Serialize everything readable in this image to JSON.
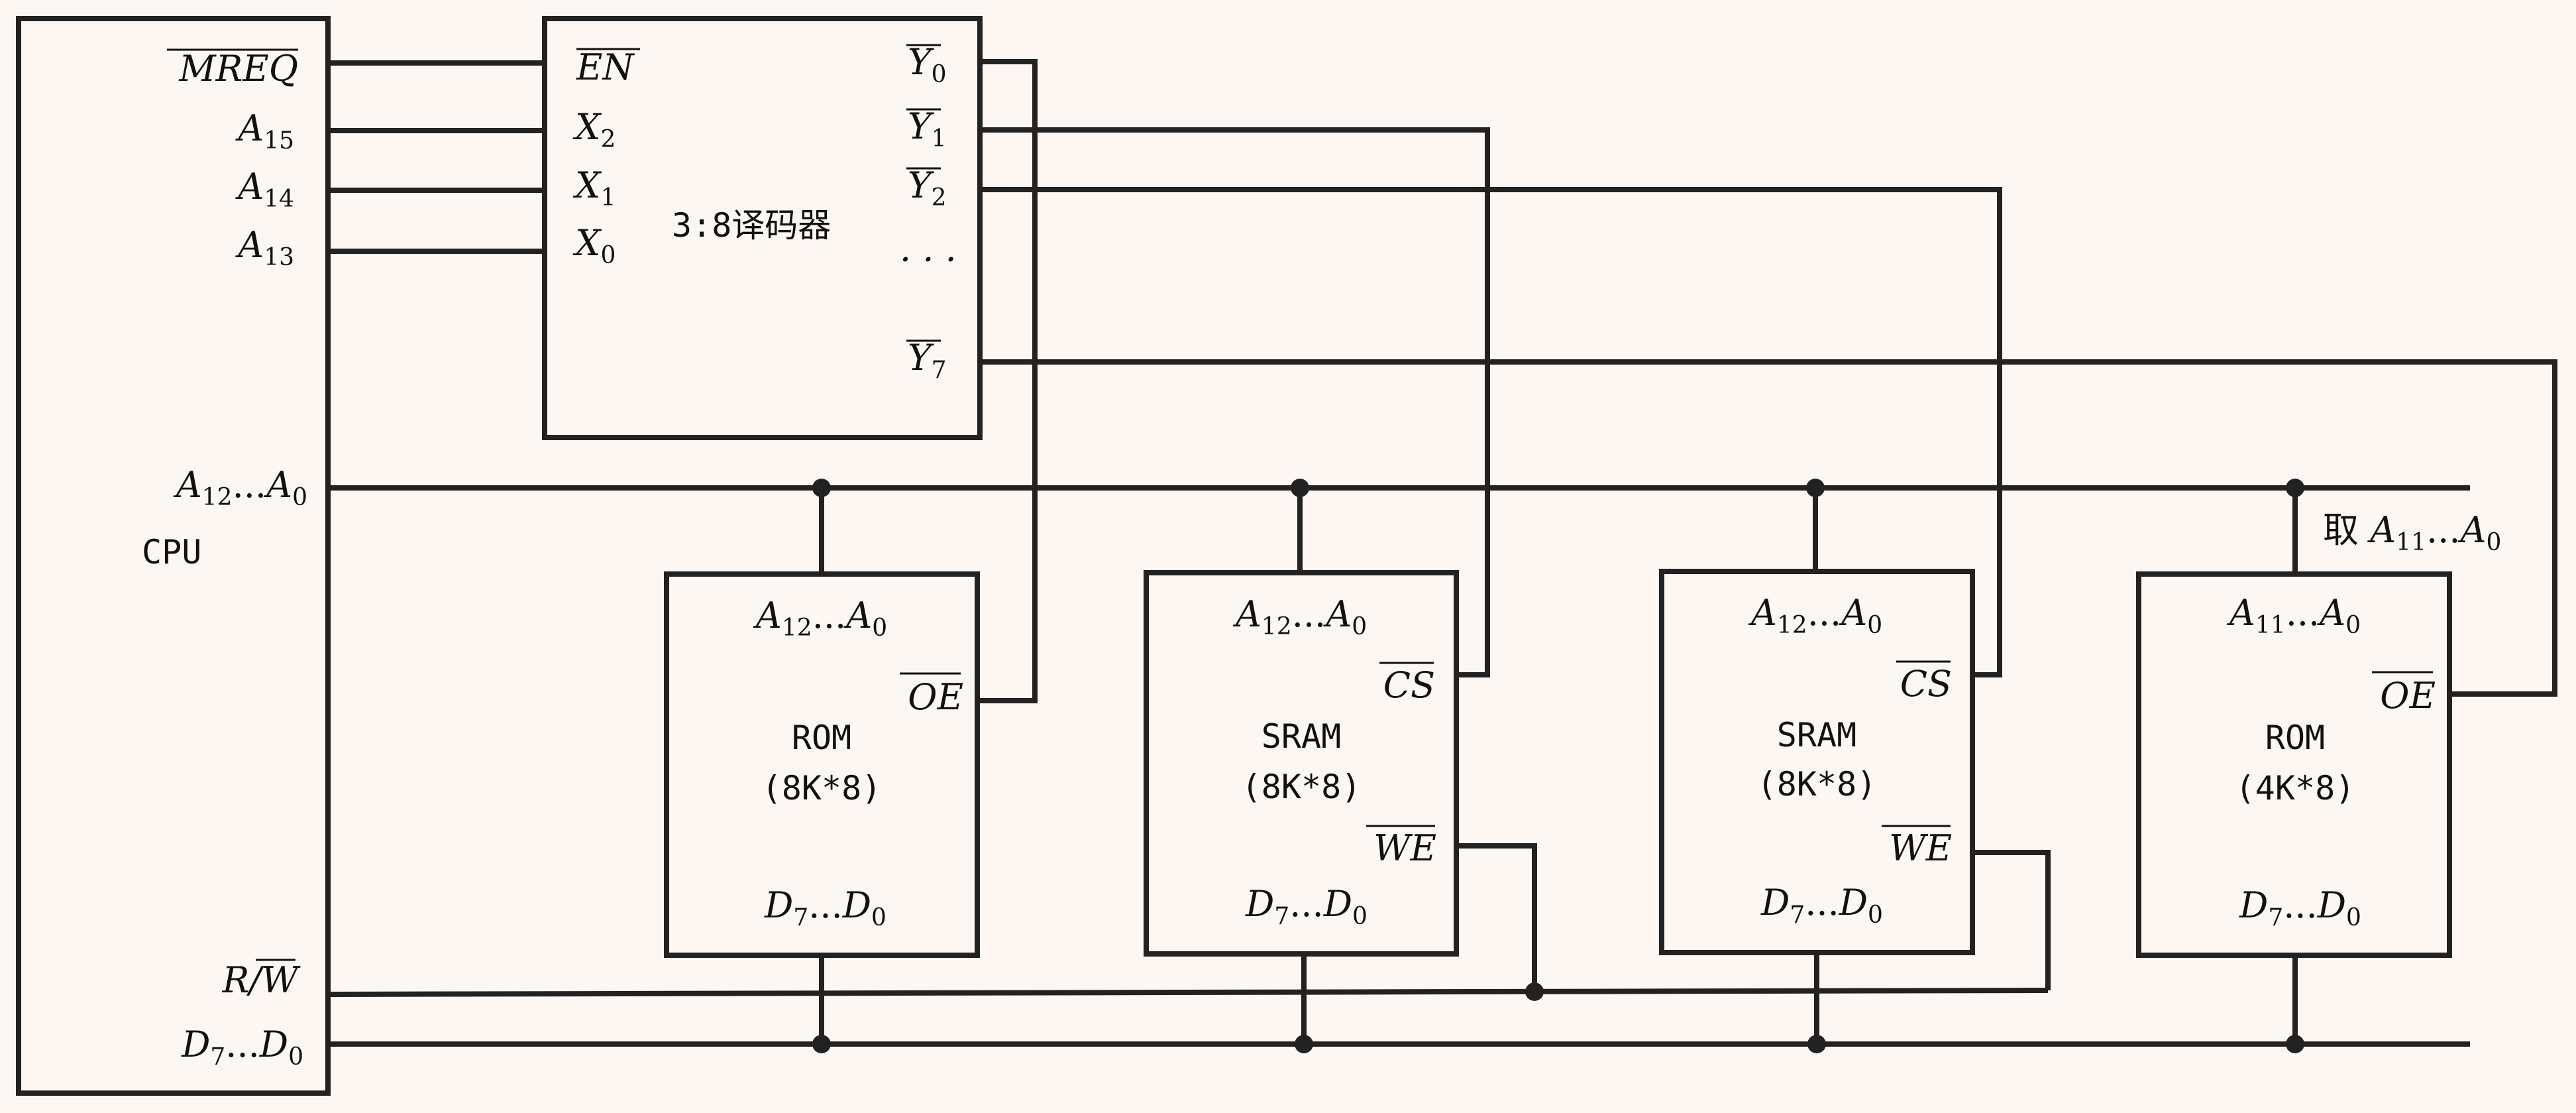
{
  "diagram": {
    "cpu": {
      "label": "CPU",
      "pins": {
        "mreq": "MREQ",
        "a15": {
          "base": "A",
          "sub": "15"
        },
        "a14": {
          "base": "A",
          "sub": "14"
        },
        "a13": {
          "base": "A",
          "sub": "13"
        },
        "addr_low": {
          "b1": "A",
          "s1": "12",
          "dots": "...",
          "b2": "A",
          "s2": "0"
        },
        "rw": {
          "pre": "R/",
          "bar": "W"
        },
        "data": {
          "b1": "D",
          "s1": "7",
          "dots": "...",
          "b2": "D",
          "s2": "0"
        }
      }
    },
    "decoder": {
      "label": "3:8译码器",
      "inputs": {
        "en": "EN",
        "x2": {
          "base": "X",
          "sub": "2"
        },
        "x1": {
          "base": "X",
          "sub": "1"
        },
        "x0": {
          "base": "X",
          "sub": "0"
        }
      },
      "outputs": {
        "y0": {
          "base": "Y",
          "sub": "0"
        },
        "y1": {
          "base": "Y",
          "sub": "1"
        },
        "y2": {
          "base": "Y",
          "sub": "2"
        },
        "dots": "· · ·",
        "y7": {
          "base": "Y",
          "sub": "7"
        }
      }
    },
    "chips": [
      {
        "type": "ROM",
        "size": "(8K*8)",
        "addr": {
          "b1": "A",
          "s1": "12",
          "dots": "...",
          "b2": "A",
          "s2": "0"
        },
        "select": "OE",
        "data": {
          "b1": "D",
          "s1": "7",
          "dots": "...",
          "b2": "D",
          "s2": "0"
        }
      },
      {
        "type": "SRAM",
        "size": "(8K*8)",
        "addr": {
          "b1": "A",
          "s1": "12",
          "dots": "...",
          "b2": "A",
          "s2": "0"
        },
        "select": "CS",
        "we": "WE",
        "data": {
          "b1": "D",
          "s1": "7",
          "dots": "...",
          "b2": "D",
          "s2": "0"
        }
      },
      {
        "type": "SRAM",
        "size": "(8K*8)",
        "addr": {
          "b1": "A",
          "s1": "12",
          "dots": "...",
          "b2": "A",
          "s2": "0"
        },
        "select": "CS",
        "we": "WE",
        "data": {
          "b1": "D",
          "s1": "7",
          "dots": "...",
          "b2": "D",
          "s2": "0"
        }
      },
      {
        "type": "ROM",
        "size": "(4K*8)",
        "addr": {
          "b1": "A",
          "s1": "11",
          "dots": "...",
          "b2": "A",
          "s2": "0"
        },
        "select": "OE",
        "data": {
          "b1": "D",
          "s1": "7",
          "dots": "...",
          "b2": "D",
          "s2": "0"
        }
      }
    ],
    "annotation": {
      "prefix": "取 ",
      "b1": "A",
      "s1": "11",
      "dots": "...",
      "b2": "A",
      "s2": "0"
    }
  }
}
